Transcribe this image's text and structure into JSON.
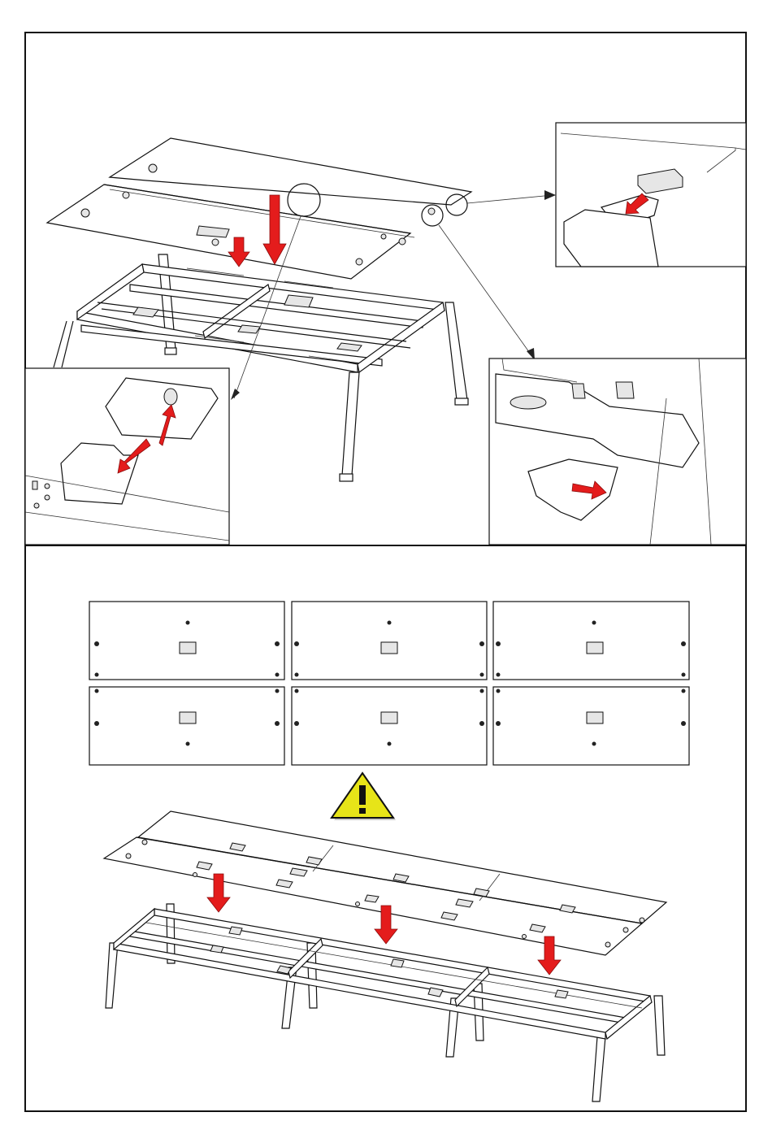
{
  "colors": {
    "border": "#111111",
    "insertion_arrow": "#e41c1c",
    "warning_fill": "#e7e418",
    "warning_symbol": "#111111"
  },
  "icons": {
    "warning": "warning-triangle-icon",
    "insertion": "red-down-arrow-icon",
    "rotate": "red-rotate-arrow-icon"
  },
  "top_step": {
    "desk_tops": 2,
    "frame_legs": 4,
    "detail_callouts": 3
  },
  "bottom_step": {
    "layout_grid": {
      "rows": 2,
      "columns": 3
    },
    "desk_tops": 6,
    "frame_modules": 3,
    "insertion_arrows": 3
  }
}
